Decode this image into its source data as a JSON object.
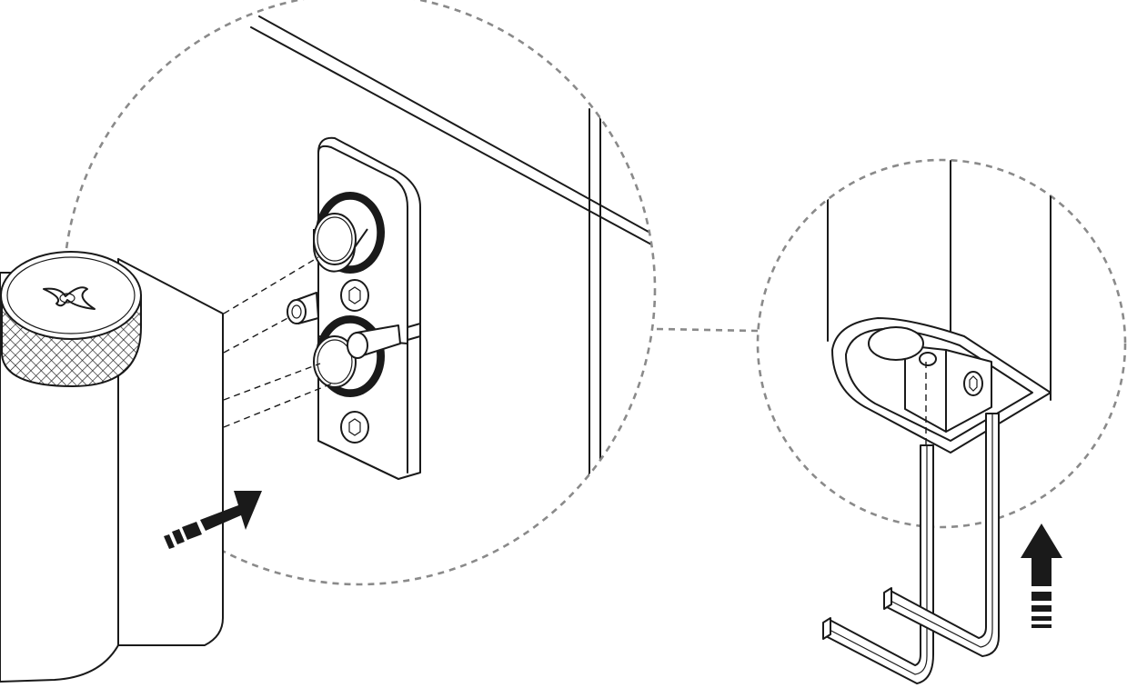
{
  "figure": {
    "background_color": "#ffffff",
    "line_color": "#1a1a1a",
    "callout_color": "#8a8a8a",
    "parts": [
      "wall-tiles",
      "mounting-plate",
      "holder-body",
      "knurled-cap",
      "hex-keys",
      "insert-arrow",
      "tighten-arrow"
    ]
  }
}
